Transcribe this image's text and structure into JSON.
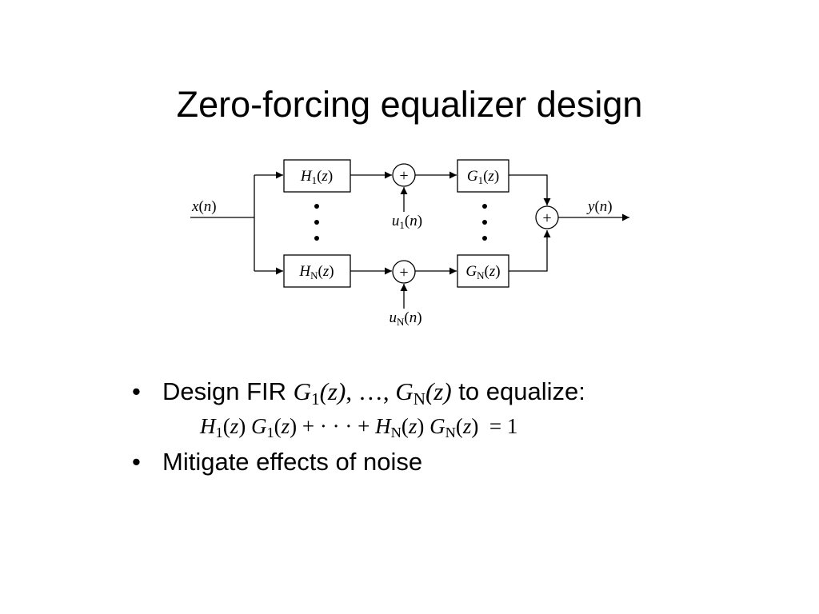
{
  "title": "Zero-forcing equalizer design",
  "diagram": {
    "input": {
      "var": "x",
      "arg": "n"
    },
    "output": {
      "var": "y",
      "arg": "n"
    },
    "channel_top": {
      "var": "H",
      "sub": "1",
      "arg": "z"
    },
    "channel_bottom": {
      "var": "H",
      "sub": "N",
      "arg": "z"
    },
    "equalizer_top": {
      "var": "G",
      "sub": "1",
      "arg": "z"
    },
    "equalizer_bottom": {
      "var": "G",
      "sub": "N",
      "arg": "z"
    },
    "noise_top": {
      "var": "u",
      "sub": "1",
      "arg": "n"
    },
    "noise_bottom": {
      "var": "u",
      "sub": "N",
      "arg": "n"
    },
    "adder_symbol": "+"
  },
  "bullets": {
    "bullet_symbol": "•",
    "item1": {
      "prefix": "Design  FIR ",
      "g1": "G",
      "g1_sub": "1",
      "g1_arg": "(z)",
      "middle": ", …, ",
      "gn": "G",
      "gn_sub": "N",
      "gn_arg": "(z)",
      "suffix": " to equalize:"
    },
    "equation": {
      "t1_h": "H",
      "t1_h_sub": "1",
      "t1_h_arg": "z",
      "t1_g": "G",
      "t1_g_sub": "1",
      "t1_g_arg": "z",
      "dots": " + · · · + ",
      "tn_h": "H",
      "tn_h_sub": "N",
      "tn_h_arg": "z",
      "tn_g": "G",
      "tn_g_sub": "N",
      "tn_g_arg": "z",
      "rhs": "= 1"
    },
    "item2": "Mitigate effects of noise"
  }
}
